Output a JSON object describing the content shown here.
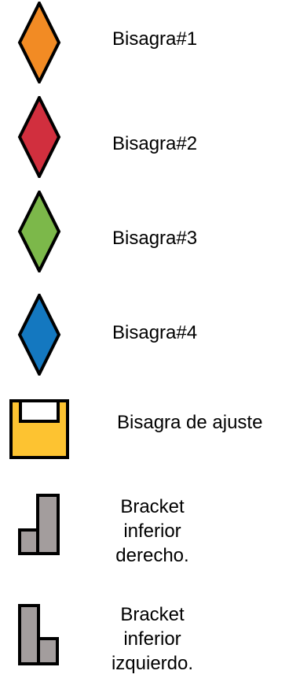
{
  "legend": {
    "items": [
      {
        "label": "Bisagra#1",
        "icon": "diamond-icon",
        "color": "#f28b24"
      },
      {
        "label": "Bisagra#2",
        "icon": "diamond-icon",
        "color": "#d12f3e"
      },
      {
        "label": "Bisagra#3",
        "icon": "diamond-icon",
        "color": "#7cb84a"
      },
      {
        "label": "Bisagra#4",
        "icon": "diamond-icon",
        "color": "#1478c0"
      },
      {
        "label": "Bisagra de ajuste",
        "icon": "adjustment-hinge-icon",
        "color": "#fdc331"
      },
      {
        "label_lines": [
          "Bracket",
          "inferior",
          "derecho."
        ],
        "icon": "bracket-right-icon",
        "color": "#a39d9d"
      },
      {
        "label_lines": [
          "Bracket",
          "inferior",
          "izquierdo."
        ],
        "icon": "bracket-left-icon",
        "color": "#a39d9d"
      }
    ]
  }
}
